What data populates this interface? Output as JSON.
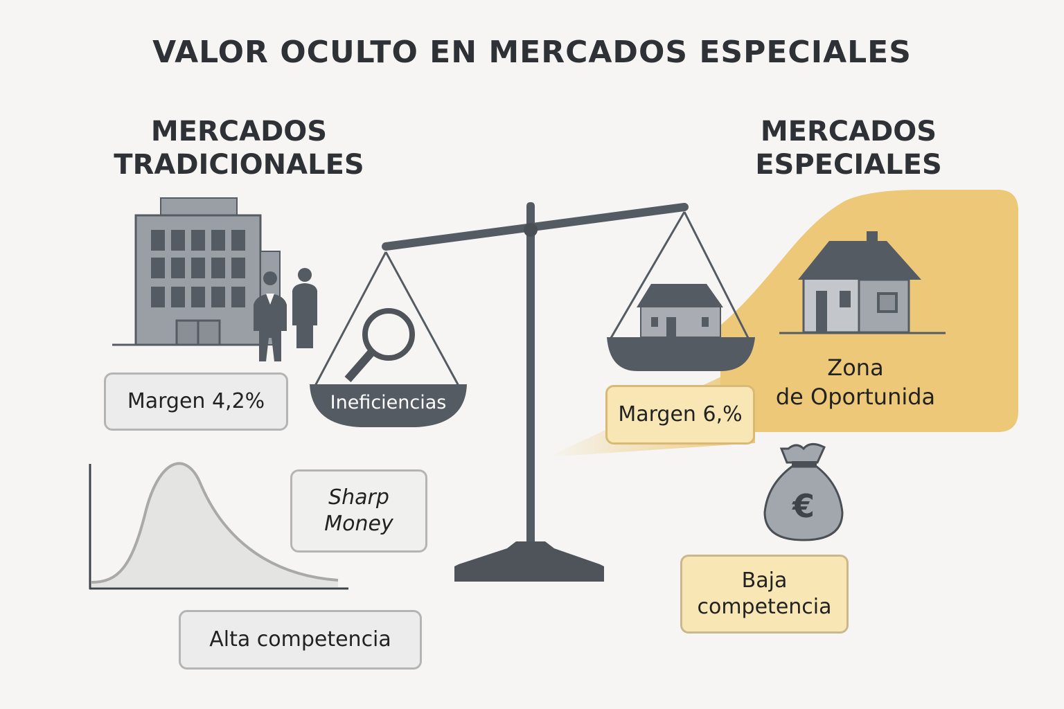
{
  "title": "VALOR OCULTO EN MERCADOS ESPECIALES",
  "left": {
    "heading_line1": "MERCADOS",
    "heading_line2": "TRADICIONALES",
    "margin_label": "Margen 4,2%",
    "sharp_money_line1": "Sharp",
    "sharp_money_line2": "Money",
    "competition_label": "Alta competencia"
  },
  "center": {
    "left_pan_label": "Ineficiencias"
  },
  "right": {
    "heading_line1": "MERCADOS",
    "heading_line2": "ESPECIALES",
    "margin_label": "Margen 6,%",
    "zone_line1": "Zona",
    "zone_line2": "de Oportunida",
    "competition_line1": "Baja",
    "competition_line2": "competencia",
    "currency_symbol": "€"
  },
  "colors": {
    "background": "#f6f5f3",
    "dark_gray": "#555b63",
    "mid_gray": "#8e939a",
    "light_gray": "#b8bcc2",
    "highlight_yellow": "#ecc878",
    "box_yellow": "#f8e6b4"
  }
}
